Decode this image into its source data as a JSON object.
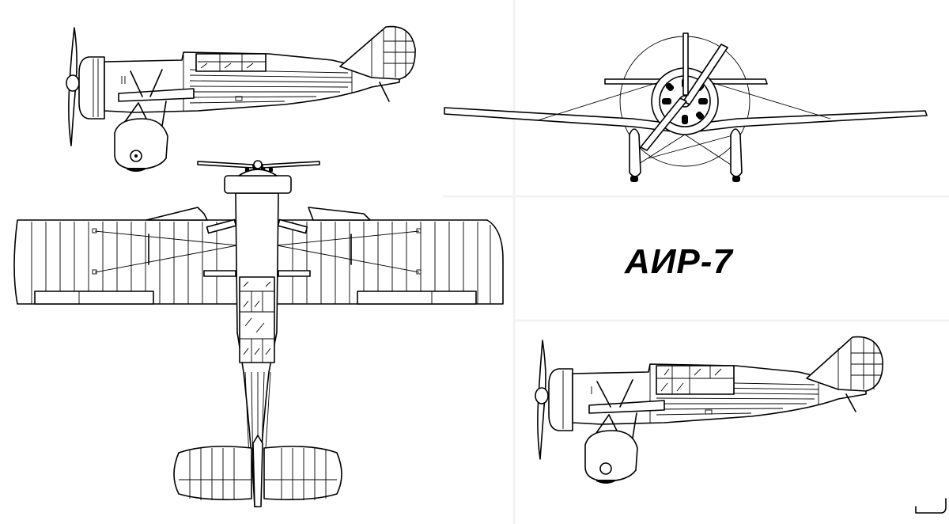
{
  "title": "АИР-7",
  "views": [
    {
      "view": "side"
    },
    {
      "view": "front"
    },
    {
      "view": "top"
    },
    {
      "view": "side"
    }
  ],
  "colors": {
    "line": "#000000",
    "background": "#ffffff",
    "frame": "#f2f2f2"
  }
}
